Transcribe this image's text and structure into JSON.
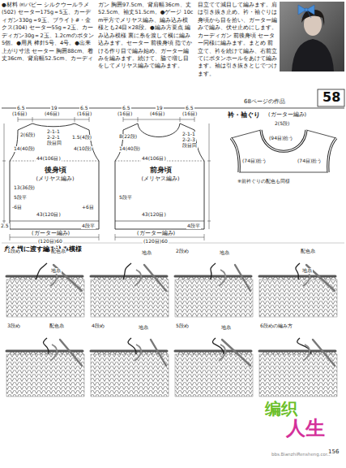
{
  "diagram": {
    "nodes": [
      {
        "text": [
          "後身頃",
          "(メリヤス編み)"
        ]
      },
      {
        "text": [
          "前身頃",
          "(メリヤス編み)"
        ]
      }
    ],
    "labels": [
      "●材料 ㈱パピー シルクウールラメ(502) セーター175g＝5玉、カーディガン330g＝9玉、ブライト#・金クス(304) セーター55g＝2玉、カーディガン30g＝2玉、1.2cmのボタン5個。●用具 棒針5号、4号。●出来上がり寸法 セーター 胸囲88cm、着丈36cm、背肩幅52.5cm、カーディ",
      "ガン 胸囲97.5cm、背肩幅36cm、丈52.5cm、袖丈51.5cm。●ゲージ 10cm平方でメリヤス編み、編み込み模様とも24目×28段。●編み方要点 編み込み模様 裏に糸を渡して横に編み込みます。セーター 前後身頃 指でかける作り目で編み始め、ガーター編みを編みます。続けて、脇で増し目をしてメリヤス編みで編みます。",
      "目立てて減目して編みます。肩は引き抜き止め。衿・袖ぐりは身頃から目を拾い、ガーター編みで編み、伏せ止めにします。カーディガン 前後身頃 セーター同様に編みます。まとめ 前立て、衿を続けて編み、右前立てにボタンホールをあけて編みます。袖は引き抜きとじでつけます。",
      "68ページの作品",
      "58",
      "6.5",
      "19",
      "6.5",
      "(16目)",
      "(46目)",
      "(16目)",
      "2(6段)",
      "2-1-1",
      "2-2-1",
      "段目回",
      "1.5(4段)",
      "14(40段)",
      "4(10段)",
      "44(106目)",
      "5段平",
      "13(36段)",
      "-6目",
      "+6目",
      "43(120目)",
      "(ガーター編み)",
      "(120目)60",
      "4段平",
      "2.5",
      "6.5",
      "19",
      "6.5",
      "(16目)",
      "(46目)",
      "(16目)",
      "2-1-1",
      "2-2-3",
      "段目回",
      "8(22段)",
      "14(40段)",
      "44(106目)",
      "5段平",
      "43(120目)",
      "(ガーター編み)",
      "(120目)60",
      "4段平",
      "衿・袖ぐり",
      "(ガーター編み)",
      "2(5段)",
      "(94目)拾う",
      "(74目)拾う",
      "(74目)拾う",
      "※前衿ぐりの配色も同様",
      "糸を横に渡す編み込み模様",
      "1段め",
      "配色糸",
      "地糸",
      "地糸",
      "2段め",
      "地糸",
      "配色糸",
      "地糸",
      "3段め",
      "配色糸",
      "4段め",
      "地糸",
      "5段め",
      "地糸",
      "6段めの編み方",
      "编织",
      "人生",
      "bbs.BianzhiRensheng.com",
      "156"
    ]
  }
}
